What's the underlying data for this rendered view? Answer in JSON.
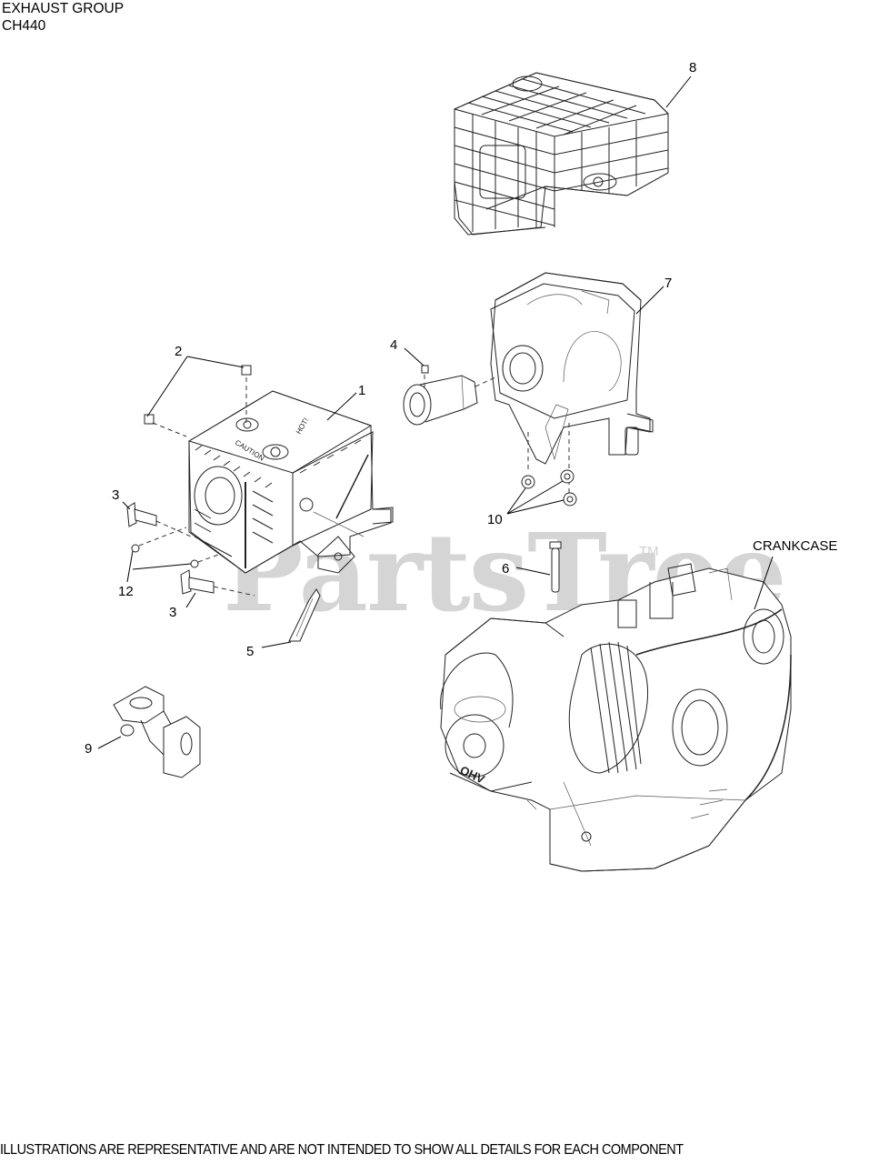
{
  "header": {
    "title_line1": "EXHAUST GROUP",
    "title_line2": "CH440"
  },
  "watermark": {
    "text": "PartsTree",
    "trademark": "TM"
  },
  "callouts": [
    {
      "id": "1",
      "label": "1",
      "part": "muffler"
    },
    {
      "id": "2",
      "label": "2",
      "part": "muffler-screws"
    },
    {
      "id": "3a",
      "label": "3",
      "part": "stud-upper"
    },
    {
      "id": "3b",
      "label": "3",
      "part": "stud-lower"
    },
    {
      "id": "4",
      "label": "4",
      "part": "screw"
    },
    {
      "id": "5",
      "label": "5",
      "part": "exhaust-gasket"
    },
    {
      "id": "6",
      "label": "6",
      "part": "stud"
    },
    {
      "id": "7",
      "label": "7",
      "part": "exhaust-elbow"
    },
    {
      "id": "8",
      "label": "8",
      "part": "heat-shield-muffler"
    },
    {
      "id": "9",
      "label": "9",
      "part": "muffler-guard-cage"
    },
    {
      "id": "10",
      "label": "10",
      "part": "nuts"
    },
    {
      "id": "12",
      "label": "12",
      "part": "screws"
    },
    {
      "id": "crankcase",
      "label": "CRANKCASE",
      "part": "crankcase"
    }
  ],
  "muffler_markings": {
    "left": "CAUTION",
    "right": "HOT!"
  },
  "engine_marking": "OHV",
  "footer": {
    "disclaimer": "ILLUSTRATIONS ARE REPRESENTATIVE AND ARE NOT INTENDED TO SHOW ALL DETAILS FOR EACH COMPONENT"
  }
}
